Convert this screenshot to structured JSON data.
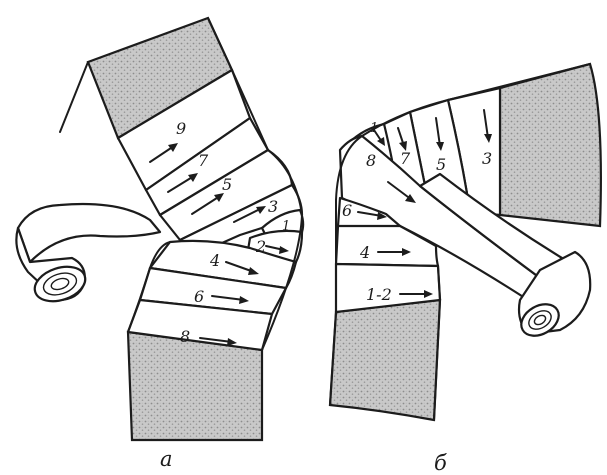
{
  "figures": [
    {
      "id": "a",
      "caption": "а",
      "turn_labels": [
        "9",
        "7",
        "5",
        "3",
        "1",
        "2",
        "4",
        "6",
        "8"
      ]
    },
    {
      "id": "b",
      "caption": "б",
      "turn_labels": [
        "1",
        "7",
        "5",
        "3",
        "8",
        "6",
        "4",
        "1-2"
      ]
    }
  ]
}
